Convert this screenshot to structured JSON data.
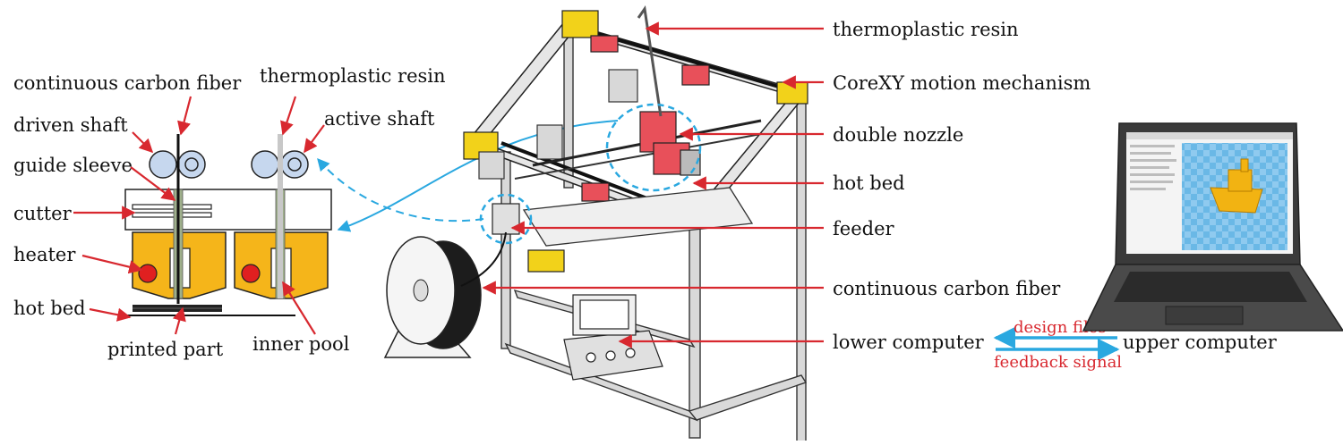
{
  "left_schematic": {
    "labels": {
      "continuous_carbon_fiber": "continuous carbon fiber",
      "thermoplastic_resin": "thermoplastic resin",
      "driven_shaft": "driven shaft",
      "active_shaft": "active shaft",
      "guide_sleeve": "guide sleeve",
      "cutter": "cutter",
      "heater": "heater",
      "hot_bed": "hot bed",
      "printed_part": "printed part",
      "inner_pool": "inner pool"
    }
  },
  "printer_labels": {
    "thermoplastic_resin": "thermoplastic resin",
    "corexy": "CoreXY motion mechanism",
    "double_nozzle": "double nozzle",
    "hot_bed": "hot bed",
    "feeder": "feeder",
    "continuous_carbon_fiber": "continuous carbon fiber",
    "lower_computer": "lower computer"
  },
  "communication": {
    "design_files": "design files",
    "feedback_signal": "feedback signal",
    "upper_computer": "upper computer"
  },
  "colors": {
    "arrow_red": "#d8282f",
    "link_blue": "#2aa8e0",
    "heater_block": "#f5b51a",
    "printer_red": "#e8505a",
    "printer_yellow": "#f2d21a"
  }
}
